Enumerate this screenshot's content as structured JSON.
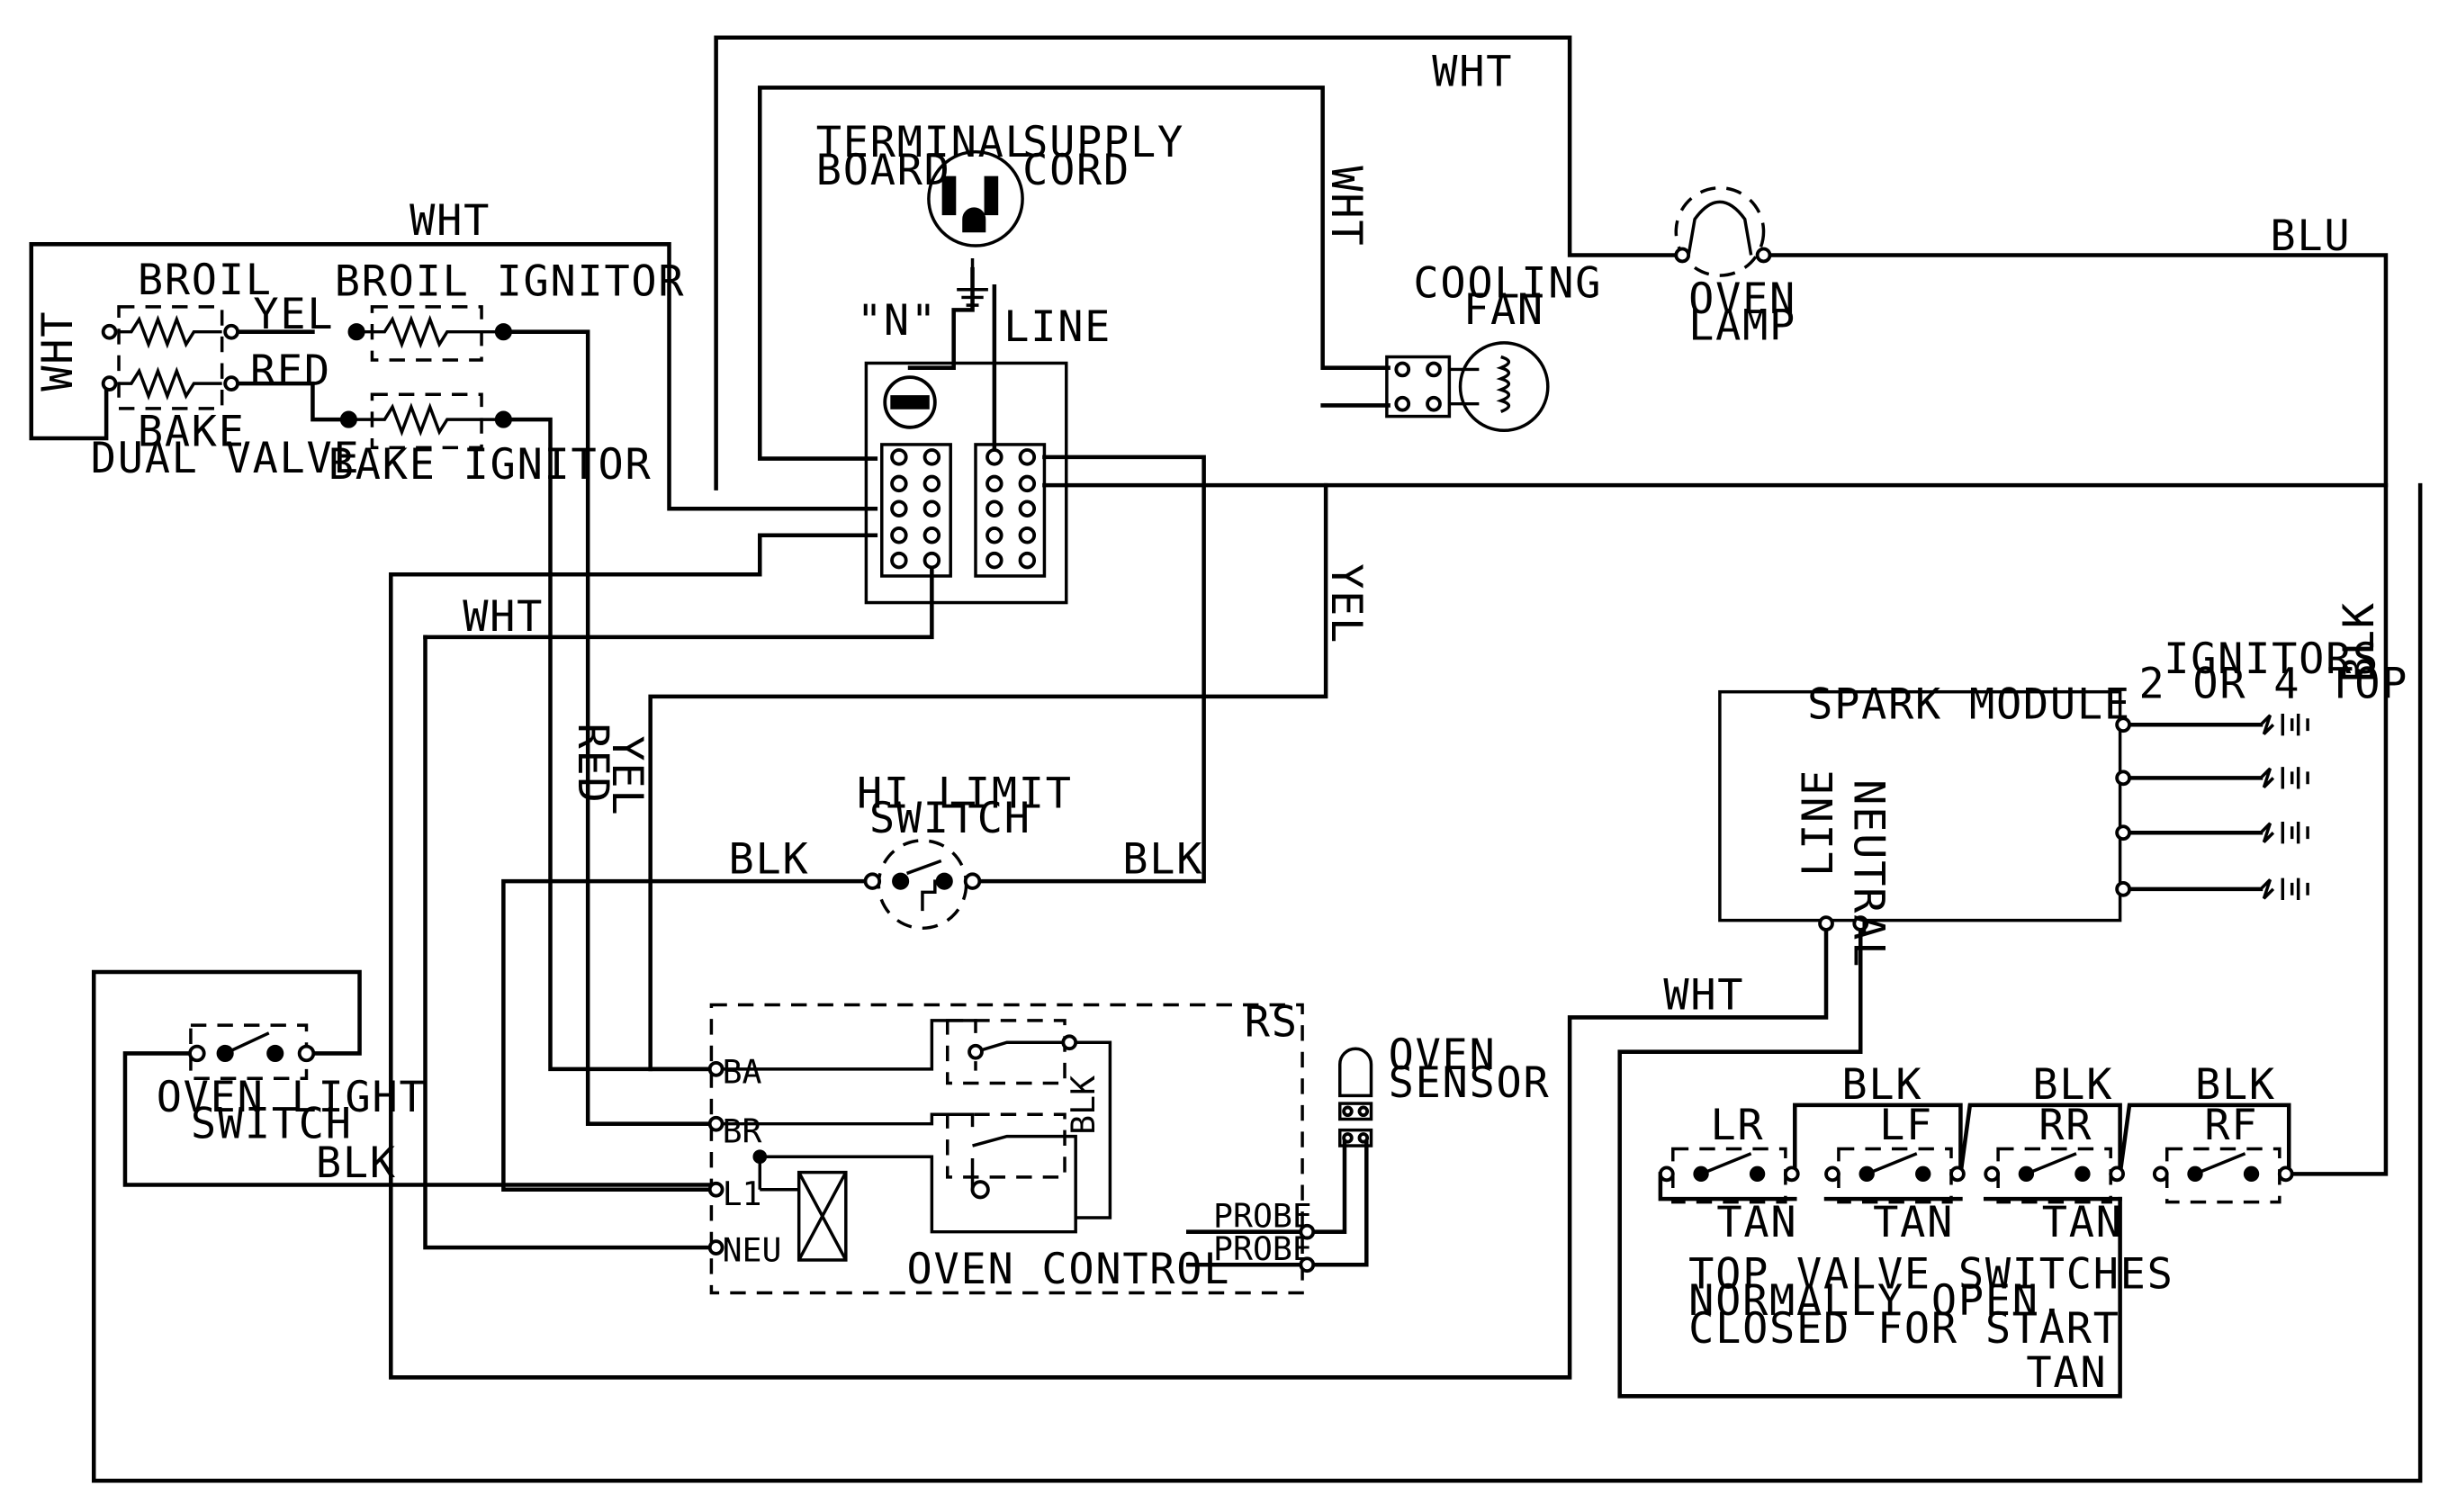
{
  "labels": {
    "terminal": "TERMINAL",
    "board": "BOARD",
    "supply": "SUPPLY",
    "cord": "CORD",
    "n": "\"N\"",
    "line": "LINE",
    "cooling": "COOLING",
    "fan": "FAN",
    "oven_lamp_1": "OVEN",
    "oven_lamp_2": "LAMP",
    "broil": "BROIL",
    "bake": "BAKE",
    "dual_valve": "DUAL VALVE",
    "broil_ignitor": "BROIL IGNITOR",
    "bake_ignitor": "BAKE IGNITOR",
    "hi_limit_1": "HI LIMIT",
    "hi_limit_2": "SWITCH",
    "oven_light_1": "OVEN LIGHT",
    "oven_light_2": "SWITCH",
    "oven_control": "OVEN CONTROL",
    "rs": "RS",
    "ba": "BA",
    "br": "BR",
    "l1": "L1",
    "neu": "NEU",
    "probe_1": "PROBE",
    "probe_2": "PROBE",
    "oven_sensor_1": "OVEN",
    "oven_sensor_2": "SENSOR",
    "spark_module": "SPARK MODULE",
    "neutral": "NEUTRAL",
    "sm_line": "LINE",
    "ignitors_1": "IGNITORS",
    "ignitors_2": "2 OR 4 TOP",
    "lr": "LR",
    "lf": "LF",
    "rr": "RR",
    "rf": "RF",
    "note_1": "TOP VALVE SWITCHES",
    "note_2": "NORMALLY OPEN.",
    "note_3": "CLOSED FOR START"
  },
  "wires": {
    "wht": "WHT",
    "blu": "BLU",
    "blk": "BLK",
    "yel": "YEL",
    "red": "RED",
    "tan": "TAN"
  }
}
